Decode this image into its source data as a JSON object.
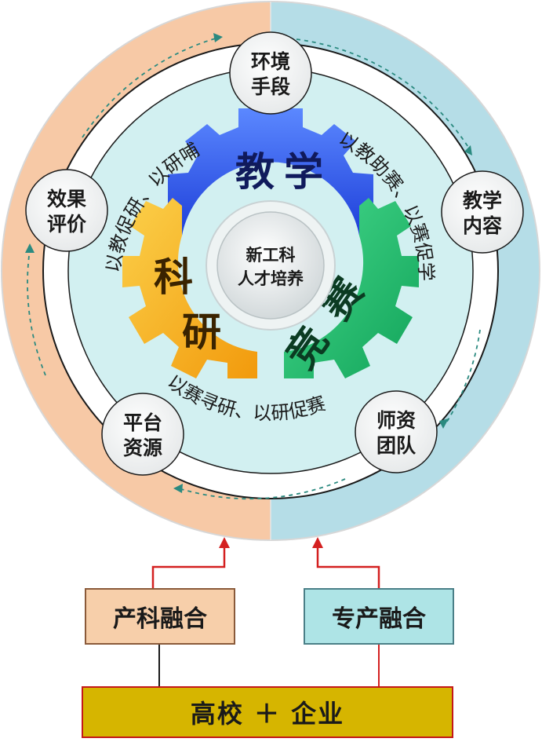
{
  "center": {
    "line1": "新工科",
    "line2": "人才培养"
  },
  "gears": {
    "teach": {
      "char1": "教",
      "char2": "学",
      "color": "#2f55e6"
    },
    "research": {
      "char1": "科",
      "char2": "研",
      "color": "#f0a81a"
    },
    "compete": {
      "char1": "竞",
      "char2": "赛",
      "color": "#1fb866"
    }
  },
  "arc_phrases": {
    "top_left": "以教促研、以研哺教",
    "top_right": "以教助赛、以赛促学",
    "bottom": "以赛寻研、以研促赛"
  },
  "nodes": [
    {
      "line1": "环境",
      "line2": "手段"
    },
    {
      "line1": "教学",
      "line2": "内容"
    },
    {
      "line1": "师资",
      "line2": "团队"
    },
    {
      "line1": "平台",
      "line2": "资源"
    },
    {
      "line1": "效果",
      "line2": "评价"
    }
  ],
  "boxes": {
    "industry_science": "产科融合",
    "major_industry": "专产融合",
    "bottom": "高校 ＋ 企业"
  },
  "colors": {
    "left_half": "#f7c9a6",
    "right_half": "#b5dde7",
    "inner_disc": "#d2f0f1",
    "arrow": "#d42020",
    "dashed_arrow": "#2b8a80"
  }
}
